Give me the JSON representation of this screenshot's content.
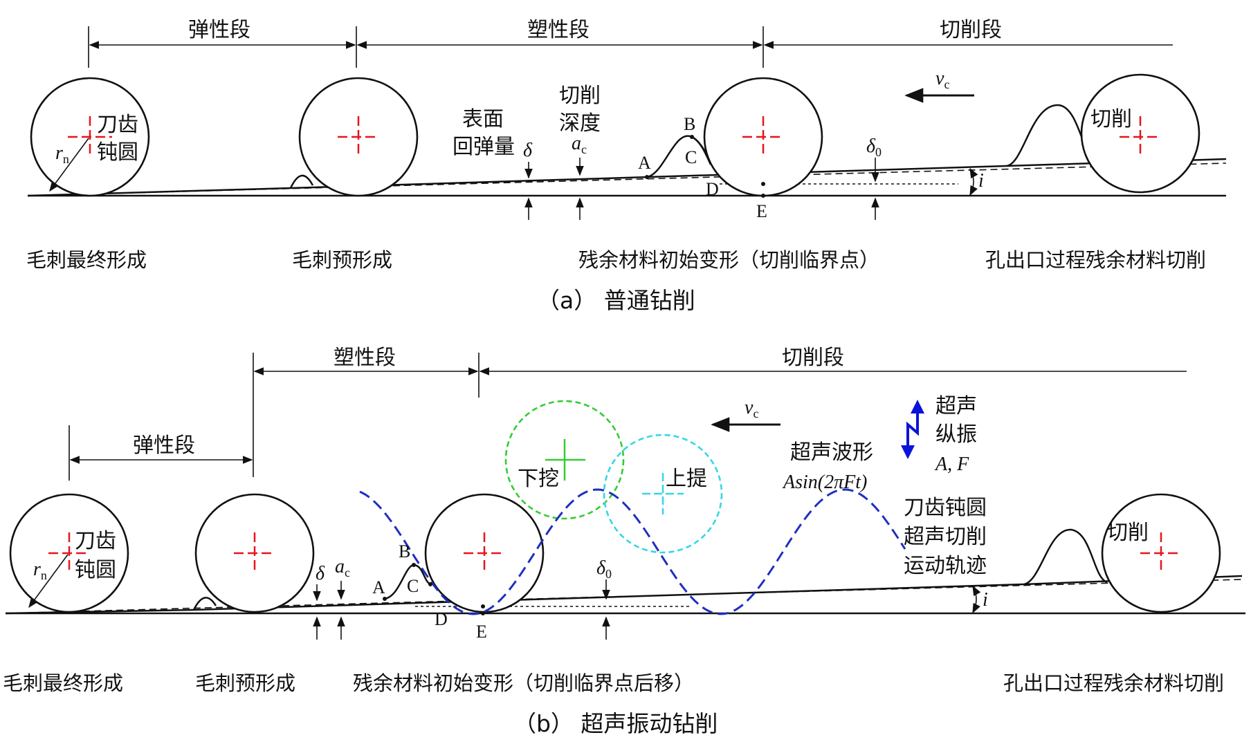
{
  "panel_a": {
    "segments": {
      "elastic": "弹性段",
      "plastic": "塑性段",
      "cutting": "切削段"
    },
    "labels": {
      "tooth": "刀齿",
      "blunt": "钝圆",
      "rn": "r",
      "rn_sub": "n",
      "surface_line1": "表面",
      "surface_line2": "回弹量",
      "depth_line1": "切削",
      "depth_line2": "深度",
      "delta": "δ",
      "ac": "a",
      "ac_sub": "c",
      "delta0": "δ",
      "delta0_sub": "0",
      "vc": "v",
      "vc_sub": "c",
      "i": "i",
      "A": "A",
      "B": "B",
      "C": "C",
      "D": "D",
      "E": "E",
      "cut": "切削"
    },
    "stages": [
      "毛刺最终形成",
      "毛刺预形成",
      "残余材料初始变形（切削临界点）",
      "孔出口过程残余材料切削"
    ],
    "caption": "（a）  普通钻削"
  },
  "panel_b": {
    "segments": {
      "elastic": "弹性段",
      "plastic": "塑性段",
      "cutting": "切削段"
    },
    "labels": {
      "tooth": "刀齿",
      "blunt": "钝圆",
      "rn": "r",
      "rn_sub": "n",
      "delta": "δ",
      "ac": "a",
      "ac_sub": "c",
      "delta0": "δ",
      "delta0_sub": "0",
      "vc": "v",
      "vc_sub": "c",
      "i": "i",
      "A": "A",
      "B": "B",
      "C": "C",
      "D": "D",
      "E": "E",
      "dig": "下挖",
      "lift": "上提",
      "ultra_line1": "超声",
      "ultra_line2": "纵振",
      "ultra_line3": "A, F",
      "wave_line1": "超声波形",
      "wave_line2": "Asin(2πFt)",
      "traj_line1": "刀齿钝圆",
      "traj_line2": "超声切削",
      "traj_line3": "运动轨迹",
      "cut": "切削"
    },
    "stages": [
      "毛刺最终形成",
      "毛刺预形成",
      "残余材料初始变形（切削临界点后移）",
      "孔出口过程残余材料切削"
    ],
    "caption": "（b）  超声振动钻削"
  },
  "colors": {
    "center_mark": "#e8141b",
    "wave": "#1f2fbf",
    "dig_circle": "#33cc33",
    "lift_circle": "#33d6e6",
    "vibration_arrow": "#0a14d8"
  }
}
